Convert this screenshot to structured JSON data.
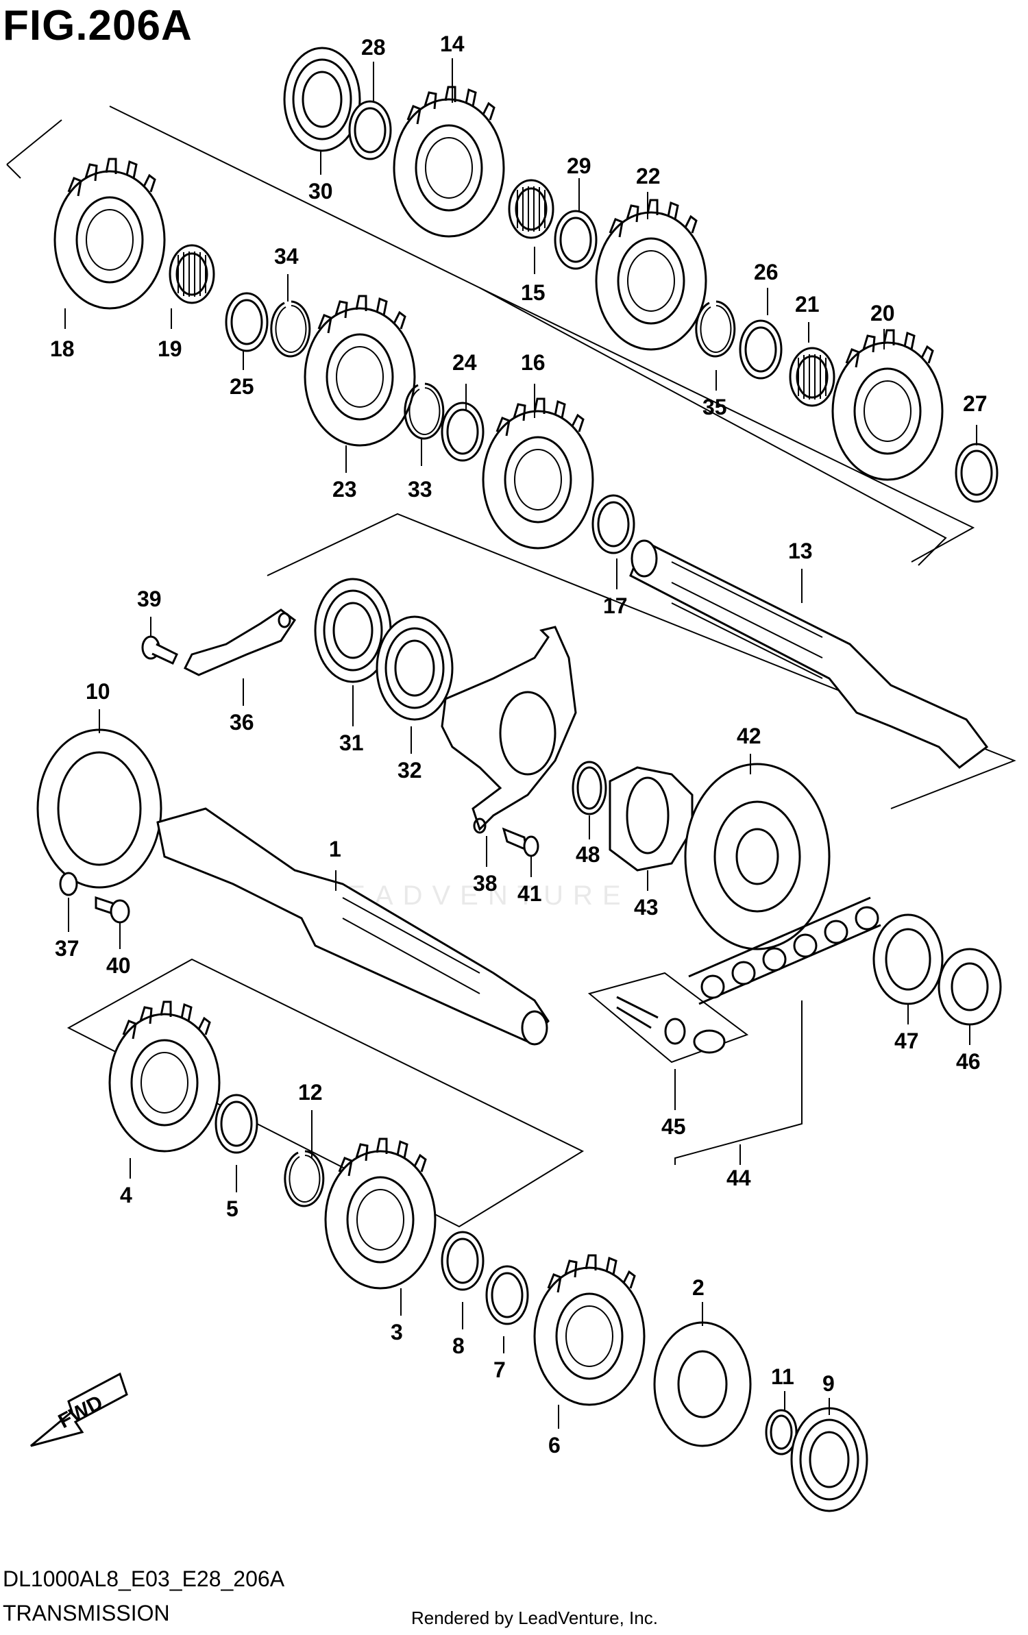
{
  "figure": {
    "title": "FIG.206A",
    "code": "DL1000AL8_E03_E28_206A",
    "name": "TRANSMISSION",
    "rendered_by": "Rendered by LeadVenture, Inc.",
    "watermark": "LEADVENTURE",
    "fwd_label": "FWD"
  },
  "callouts": {
    "c1": "1",
    "c2": "2",
    "c3": "3",
    "c4": "4",
    "c5": "5",
    "c6": "6",
    "c7": "7",
    "c8": "8",
    "c9": "9",
    "c10": "10",
    "c11": "11",
    "c12": "12",
    "c13": "13",
    "c14": "14",
    "c15": "15",
    "c16": "16",
    "c17": "17",
    "c18": "18",
    "c19": "19",
    "c20": "20",
    "c21": "21",
    "c22": "22",
    "c23": "23",
    "c24": "24",
    "c25": "25",
    "c26": "26",
    "c27": "27",
    "c28": "28",
    "c29": "29",
    "c30": "30",
    "c31": "31",
    "c32": "32",
    "c33": "33",
    "c34": "34",
    "c35": "35",
    "c36": "36",
    "c37": "37",
    "c38": "38",
    "c39": "39",
    "c40": "40",
    "c41": "41",
    "c42": "42",
    "c43": "43",
    "c44": "44",
    "c45": "45",
    "c46": "46",
    "c47": "47",
    "c48": "48"
  }
}
